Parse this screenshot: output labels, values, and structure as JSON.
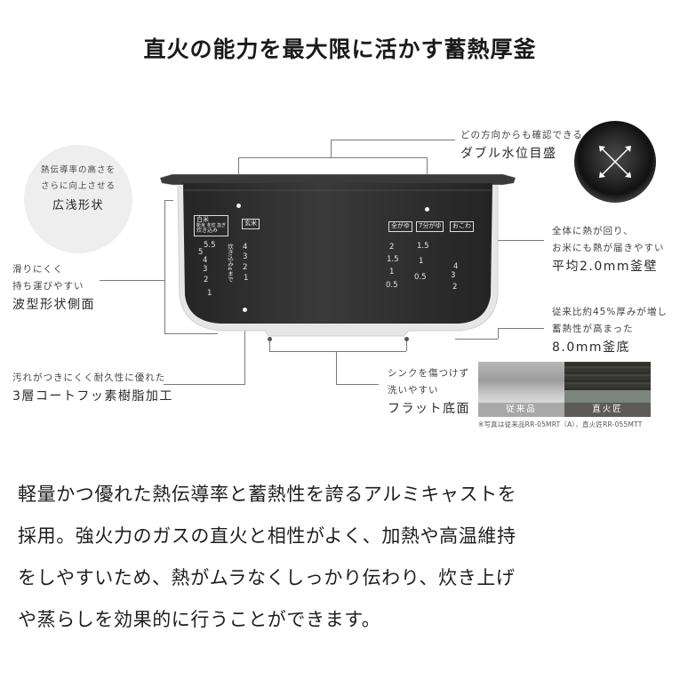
{
  "title": "直火の能力を最大限に活かす蓄熱厚釜",
  "callouts": {
    "shape": {
      "line1": "熱伝導率の高さを",
      "line2": "さらに向上させる",
      "heading": "広浅形状"
    },
    "side": {
      "line1": "滑りにくく",
      "line2": "持ち運びやすい",
      "heading": "波型形状側面"
    },
    "coating": {
      "line1": "汚れがつきにくく耐久性に優れた",
      "heading": "3層コートフッ素樹脂加工"
    },
    "water_level": {
      "line1": "どの方向からも確認できる",
      "heading": "ダブル水位目盛"
    },
    "wall": {
      "line1": "全体に熱が回り、",
      "line2": "お米にも熱が届きやすい",
      "heading": "平均2.0mm釜壁"
    },
    "bottom": {
      "line1": "従来比約45%厚みが増し",
      "line2": "蓄熱性が高まった",
      "heading": "8.0mm釜底"
    },
    "flat": {
      "line1": "シンクを傷つけず",
      "line2": "洗いやすい",
      "heading": "フラット底面"
    }
  },
  "pot_markings": {
    "hakumai": {
      "label": "白米",
      "sub": "新米 冬炊 急ぎ",
      "sub2": "炊き込み",
      "levels": [
        "5.5",
        "5",
        "4",
        "3",
        "2",
        "1"
      ],
      "note": "炊き込み4まで"
    },
    "genmai": {
      "label": "玄米",
      "levels": [
        "4",
        "3",
        "2",
        "1"
      ]
    },
    "zengayu": {
      "label": "全がゆ",
      "levels": [
        "2",
        "1.5",
        "1",
        "0.5"
      ]
    },
    "nanabugayu": {
      "label": "7分がゆ",
      "levels": [
        "1.5",
        "1",
        "0.5"
      ]
    },
    "okowa": {
      "label": "おこわ",
      "levels": [
        "4",
        "3",
        "2"
      ]
    }
  },
  "comparison": {
    "left_caption": "従来品",
    "right_caption": "直火匠",
    "footnote": "※写真は従来品RR-05MRT（A）、直火匠RR-055MTT"
  },
  "body_text": {
    "line1": "軽量かつ優れた熱伝導率と蓄熱性を誇るアルミキャストを",
    "line2": "採用。強火力のガスの直火と相性がよく、加熱や高温維持",
    "line3": "をしやすいため、熱がムラなくしっかり伝わり、炊き上げ",
    "line4": "や蒸らしを効果的に行うことができます。"
  },
  "colors": {
    "pot_body": "#2e2e2e",
    "pot_rim": "#3a3a3a",
    "pot_outer": "#e8e8e8",
    "badge_bg": "#eeeeee",
    "caption_old": "#a8a8a8",
    "caption_new": "#5d5a5a"
  }
}
